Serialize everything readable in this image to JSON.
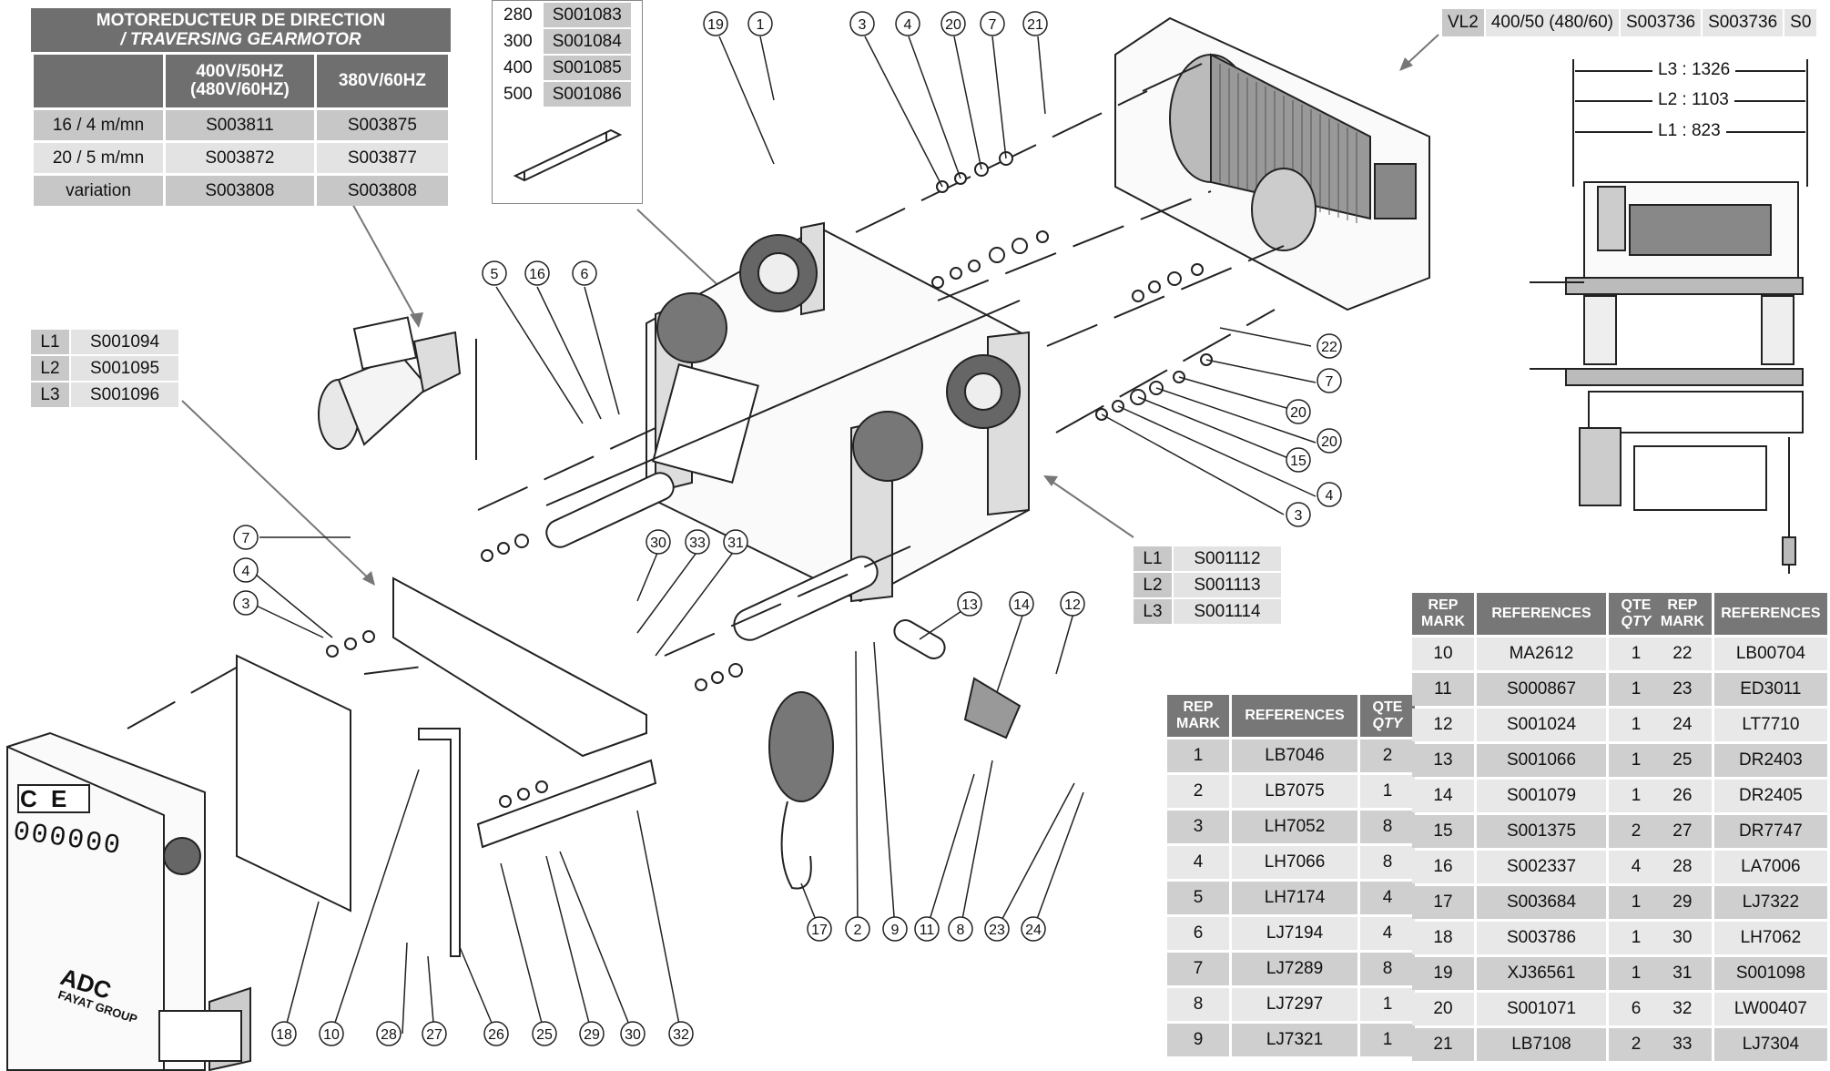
{
  "gearmotor": {
    "title_line1": "MOTOREDUCTEUR DE DIRECTION",
    "title_line2": "/ TRAVERSING GEARMOTOR",
    "col1": "400V/50HZ",
    "col1b": "(480V/60HZ)",
    "col2": "380V/60HZ",
    "rows": [
      {
        "label": "16 / 4 m/mn",
        "a": "S003811",
        "b": "S003875"
      },
      {
        "label": "20 / 5 m/mn",
        "a": "S003872",
        "b": "S003877"
      },
      {
        "label": "variation",
        "a": "S003808",
        "b": "S003808"
      }
    ]
  },
  "length_table": [
    {
      "k": "280",
      "v": "S001083"
    },
    {
      "k": "300",
      "v": "S001084"
    },
    {
      "k": "400",
      "v": "S001085"
    },
    {
      "k": "500",
      "v": "S001086"
    }
  ],
  "l_table_left": [
    {
      "k": "L1",
      "v": "S001094"
    },
    {
      "k": "L2",
      "v": "S001095"
    },
    {
      "k": "L3",
      "v": "S001096"
    }
  ],
  "l_table_mid": [
    {
      "k": "L1",
      "v": "S001112"
    },
    {
      "k": "L2",
      "v": "S001113"
    },
    {
      "k": "L3",
      "v": "S001114"
    }
  ],
  "vl2_row": {
    "label": "VL2",
    "voltage": "400/50 (480/60)",
    "a": "S003736",
    "b": "S003736",
    "c": "S0"
  },
  "dimensions": {
    "l3": "L3 : 1326",
    "l2": "L2 : 1103",
    "l1": "L1 :  823"
  },
  "parts_header": {
    "rep": "REP",
    "mark": "MARK",
    "refs": "REFERENCES",
    "qte": "QTE",
    "qty": "QTY"
  },
  "parts_a": [
    {
      "rep": "1",
      "ref": "LB7046",
      "qty": "2"
    },
    {
      "rep": "2",
      "ref": "LB7075",
      "qty": "1"
    },
    {
      "rep": "3",
      "ref": "LH7052",
      "qty": "8"
    },
    {
      "rep": "4",
      "ref": "LH7066",
      "qty": "8"
    },
    {
      "rep": "5",
      "ref": "LH7174",
      "qty": "4"
    },
    {
      "rep": "6",
      "ref": "LJ7194",
      "qty": "4"
    },
    {
      "rep": "7",
      "ref": "LJ7289",
      "qty": "8"
    },
    {
      "rep": "8",
      "ref": "LJ7297",
      "qty": "1"
    },
    {
      "rep": "9",
      "ref": "LJ7321",
      "qty": "1"
    }
  ],
  "parts_b": [
    {
      "rep": "10",
      "ref": "MA2612",
      "qty": "1"
    },
    {
      "rep": "11",
      "ref": "S000867",
      "qty": "1"
    },
    {
      "rep": "12",
      "ref": "S001024",
      "qty": "1"
    },
    {
      "rep": "13",
      "ref": "S001066",
      "qty": "1"
    },
    {
      "rep": "14",
      "ref": "S001079",
      "qty": "1"
    },
    {
      "rep": "15",
      "ref": "S001375",
      "qty": "2"
    },
    {
      "rep": "16",
      "ref": "S002337",
      "qty": "4"
    },
    {
      "rep": "17",
      "ref": "S003684",
      "qty": "1"
    },
    {
      "rep": "18",
      "ref": "S003786",
      "qty": "1"
    },
    {
      "rep": "19",
      "ref": "XJ36561",
      "qty": "1"
    },
    {
      "rep": "20",
      "ref": "S001071",
      "qty": "6"
    },
    {
      "rep": "21",
      "ref": "LB7108",
      "qty": "2"
    }
  ],
  "parts_c": [
    {
      "rep": "22",
      "ref": "LB00704"
    },
    {
      "rep": "23",
      "ref": "ED3011"
    },
    {
      "rep": "24",
      "ref": "LT7710"
    },
    {
      "rep": "25",
      "ref": "DR2403"
    },
    {
      "rep": "26",
      "ref": "DR2405"
    },
    {
      "rep": "27",
      "ref": "DR7747"
    },
    {
      "rep": "28",
      "ref": "LA7006"
    },
    {
      "rep": "29",
      "ref": "LJ7322"
    },
    {
      "rep": "30",
      "ref": "LH7062"
    },
    {
      "rep": "31",
      "ref": "S001098"
    },
    {
      "rep": "32",
      "ref": "LW00407"
    },
    {
      "rep": "33",
      "ref": "LJ7304"
    }
  ],
  "panel_text": {
    "ce": "C E",
    "counter": "000000",
    "brand": "ADC",
    "group": "FAYAT GROUP"
  },
  "callouts": [
    "19",
    "1",
    "3",
    "4",
    "20",
    "7",
    "21",
    "5",
    "16",
    "6",
    "22",
    "7",
    "20",
    "20",
    "15",
    "4",
    "3",
    "30",
    "33",
    "31",
    "7",
    "4",
    "3",
    "13",
    "14",
    "12",
    "17",
    "2",
    "9",
    "11",
    "8",
    "23",
    "24",
    "18",
    "10",
    "28",
    "27",
    "26",
    "25",
    "29",
    "30",
    "32"
  ]
}
